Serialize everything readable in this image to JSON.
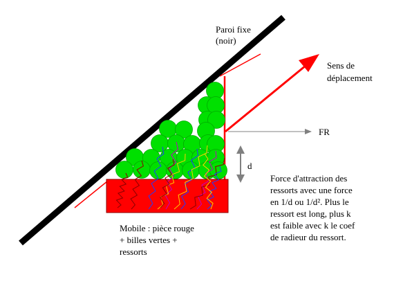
{
  "labels": {
    "wall_line1": "Paroi fixe",
    "wall_line2": "(noir)",
    "direction_line1": "Sens de",
    "direction_line2": "déplacement",
    "force": "FR",
    "distance": "d",
    "mobile_line1": "Mobile : pièce rouge",
    "mobile_line2": "+ billes vertes +",
    "mobile_line3": "ressorts",
    "desc_line1": "Force d'attraction des",
    "desc_line2": "ressorts avec une force",
    "desc_line3": "en 1/d ou 1/d². Plus le",
    "desc_line4": "ressort est long, plus k",
    "desc_line5": "est faible avec k le coef",
    "desc_line6": "de radieur du ressort."
  },
  "colors": {
    "wall": "#000000",
    "mobile": "#ff0000",
    "balls": "#00e000",
    "arrow": "#ff0000",
    "force": "#808080"
  }
}
